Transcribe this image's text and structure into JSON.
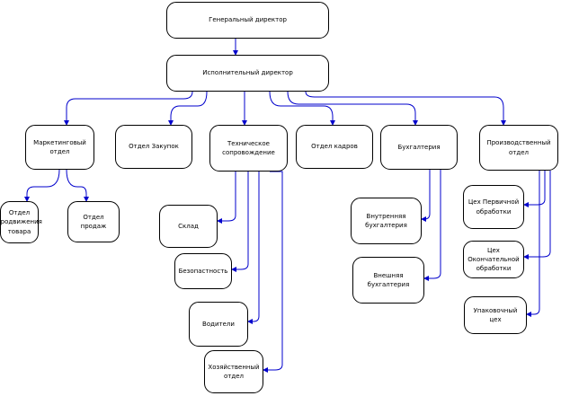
{
  "nodes": {
    "general_director": "Генеральный директор",
    "executive_director": "Исполнительный директор",
    "marketing": "Маркетинговый\nотдел",
    "procurement": "Отдел Закупок",
    "tech_support": "Техническое\nсопровождение",
    "hr": "Отдел кадров",
    "accounting": "Бухгалтерия",
    "production": "Производственный\nотдел",
    "promotion": "Отдел\nпродвижения\nтовара",
    "sales": "Отдел продаж",
    "warehouse": "Склад",
    "security": "Безопастность",
    "drivers": "Водители",
    "household": "Хозяйственный\nотдел",
    "internal_accounting": "Внутренняя\nбухгалтерия",
    "external_accounting": "Внешняя\nбухгалтерия",
    "primary_workshop": "Цех Первичной\nобработки",
    "final_workshop": "Цех\nОкончательной\nобработки",
    "packing_workshop": "Упаковочный цех"
  },
  "colors": {
    "connector": "#0000cc",
    "border": "#000000",
    "background": "#ffffff"
  }
}
